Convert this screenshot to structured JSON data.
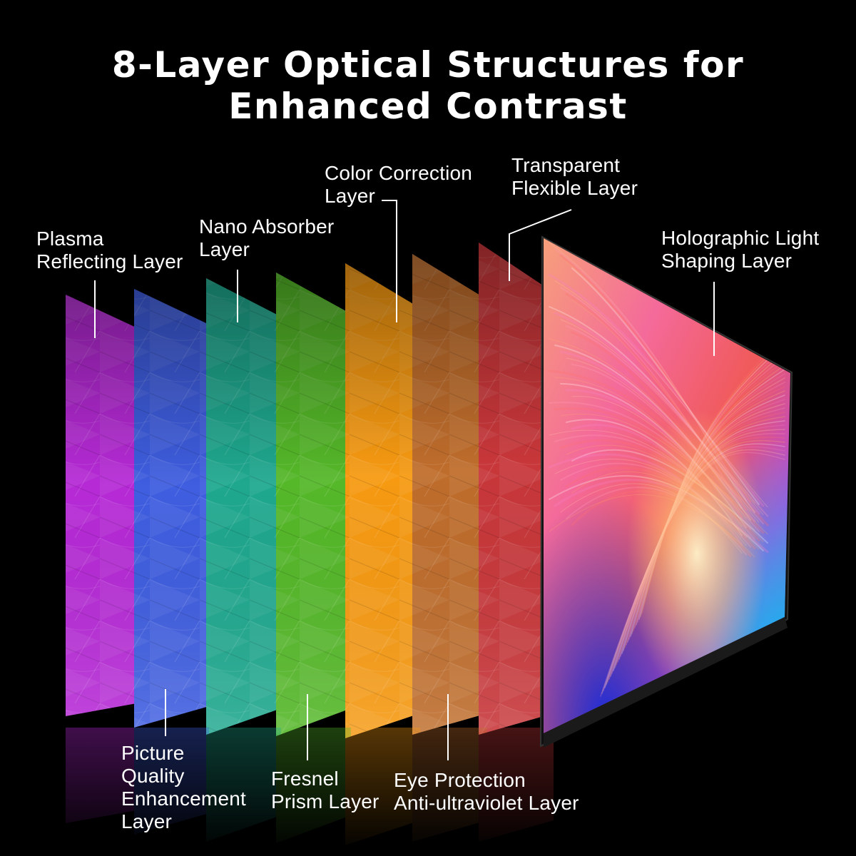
{
  "title": {
    "line1": "8-Layer Optical Structures for",
    "line2": "Enhanced Contrast"
  },
  "layers": [
    {
      "id": "plasma",
      "name_lines": [
        "Plasma",
        "Reflecting Layer"
      ],
      "color": "#b62ad6"
    },
    {
      "id": "picture-quality",
      "name_lines": [
        "Picture",
        "Quality",
        "Enhancement",
        "Layer"
      ],
      "color": "#3f5ee0"
    },
    {
      "id": "nano-absorber",
      "name_lines": [
        "Nano Absorber",
        "Layer"
      ],
      "color": "#1fa88e"
    },
    {
      "id": "fresnel",
      "name_lines": [
        "Fresnel",
        "Prism Layer"
      ],
      "color": "#55b829"
    },
    {
      "id": "color-correction",
      "name_lines": [
        "Color Correction",
        "Layer"
      ],
      "color": "#f79a12"
    },
    {
      "id": "eye-protection",
      "name_lines": [
        "Eye Protection",
        "Anti-ultraviolet Layer"
      ],
      "color": "#bf6d2c"
    },
    {
      "id": "transparent-flexible",
      "name_lines": [
        "Transparent",
        "Flexible Layer"
      ],
      "color": "#c8373a"
    },
    {
      "id": "holographic",
      "name_lines": [
        "Holographic Light",
        "Shaping Layer"
      ],
      "color": "#f46a85"
    }
  ]
}
